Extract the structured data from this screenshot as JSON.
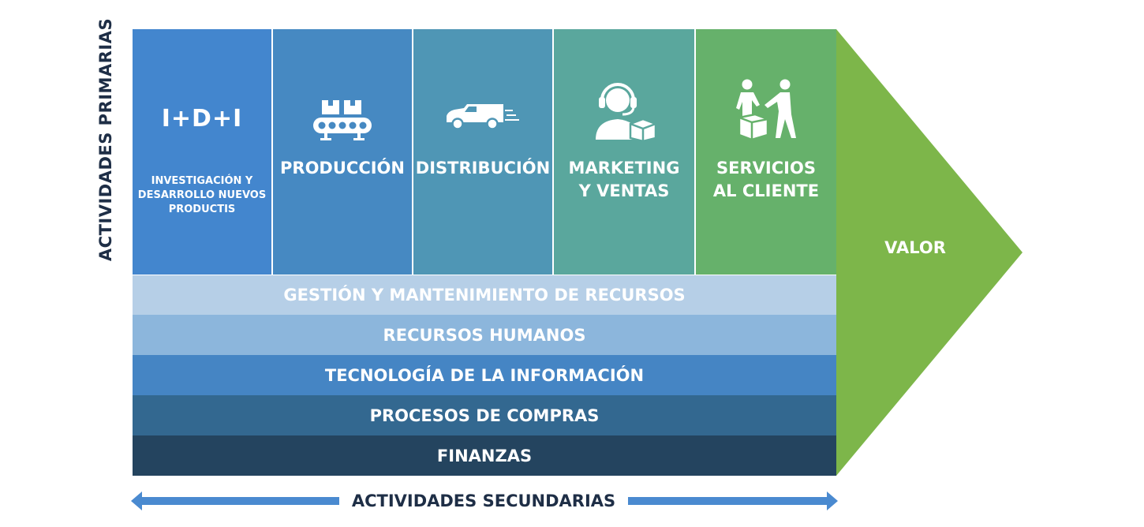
{
  "primary_label": "ACTIVIDADES PRIMARIAS",
  "secondary_label": "ACTIVIDADES SECUNDARIAS",
  "value_label": "VALOR",
  "primary_activities": [
    {
      "icon_text": "I+D+I",
      "title": "",
      "subtitle": "INVESTIGACIÓN Y DESARROLLO NUEVOS PRODUCTIS",
      "icon": "idi-icon",
      "color": "#4386ce"
    },
    {
      "title": "PRODUCCIÓN",
      "icon": "conveyor-belt-icon",
      "color": "#4689c2"
    },
    {
      "title": "DISTRIBUCIÓN",
      "icon": "delivery-van-icon",
      "color": "#4f96b5"
    },
    {
      "title": "MARKETING Y VENTAS",
      "title_line1": "MARKETING",
      "title_line2": "Y VENTAS",
      "icon": "headset-agent-icon",
      "color": "#5aa79d"
    },
    {
      "title": "SERVICIOS AL CLIENTE",
      "title_line1": "SERVICIOS",
      "title_line2": "AL CLIENTE",
      "icon": "package-handover-icon",
      "color": "#66b16b"
    }
  ],
  "support_activities": [
    {
      "label": "GESTIÓN Y MANTENIMIENTO DE RECURSOS",
      "color": "#b6cfe7"
    },
    {
      "label": "RECURSOS HUMANOS",
      "color": "#8cb6dc"
    },
    {
      "label": "TECNOLOGÍA DE LA INFORMACIÓN",
      "color": "#4585c4"
    },
    {
      "label": "PROCESOS DE COMPRAS",
      "color": "#336890"
    },
    {
      "label": "FINANZAS",
      "color": "#24445f"
    }
  ],
  "colors": {
    "value_arrow": "#7db64a",
    "bottom_arrow": "#4a8ad0",
    "dark_text": "#1e2e46"
  }
}
